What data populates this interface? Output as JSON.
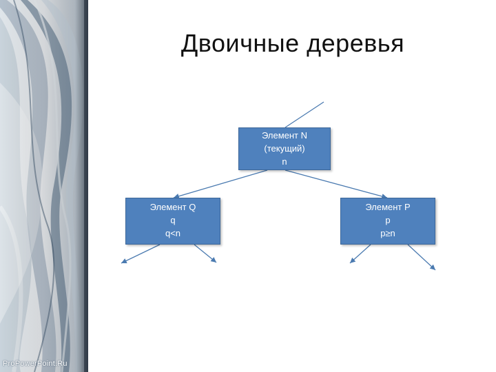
{
  "slide": {
    "title": "Двоичные деревья",
    "footer_credit": "ProPowerPoint.Ru"
  },
  "tree": {
    "root": {
      "line1": "Элемент N",
      "line2": "(текущий)",
      "line3": "n"
    },
    "left_child": {
      "line1": "Элемент Q",
      "line2": "q",
      "line3": "q<n"
    },
    "right_child": {
      "line1": "Элемент P",
      "line2": "p",
      "line3": "p≥n"
    }
  },
  "colors": {
    "node_fill": "#4f81bd",
    "node_border": "#3b6699",
    "edge": "#4a7ab0"
  }
}
